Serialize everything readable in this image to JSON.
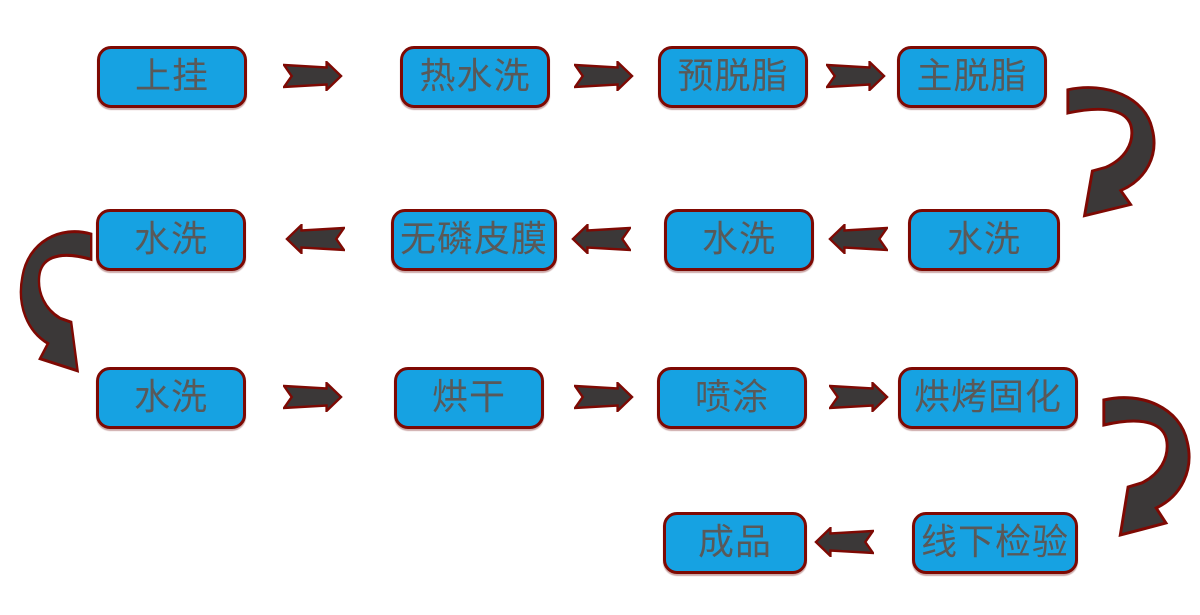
{
  "flowchart": {
    "nodes": [
      {
        "label": "上挂"
      },
      {
        "label": "热水洗"
      },
      {
        "label": "预脱脂"
      },
      {
        "label": "主脱脂"
      },
      {
        "label": "水洗"
      },
      {
        "label": "水洗"
      },
      {
        "label": "无磷皮膜"
      },
      {
        "label": "水洗"
      },
      {
        "label": "水洗"
      },
      {
        "label": "烘干"
      },
      {
        "label": "喷涂"
      },
      {
        "label": "烘烤固化"
      },
      {
        "label": "线下检验"
      },
      {
        "label": "成品"
      }
    ],
    "sequence": [
      "上挂",
      "热水洗",
      "预脱脂",
      "主脱脂",
      "水洗",
      "水洗",
      "无磷皮膜",
      "水洗",
      "水洗",
      "烘干",
      "喷涂",
      "烘烤固化",
      "线下检验",
      "成品"
    ],
    "colors": {
      "node_fill": "#16A2E2",
      "node_border": "#7E0903",
      "arrow_fill": "#3B3838",
      "arrow_outline": "#7E0903",
      "label_text": "#595959",
      "background": "#FFFFFF"
    }
  }
}
